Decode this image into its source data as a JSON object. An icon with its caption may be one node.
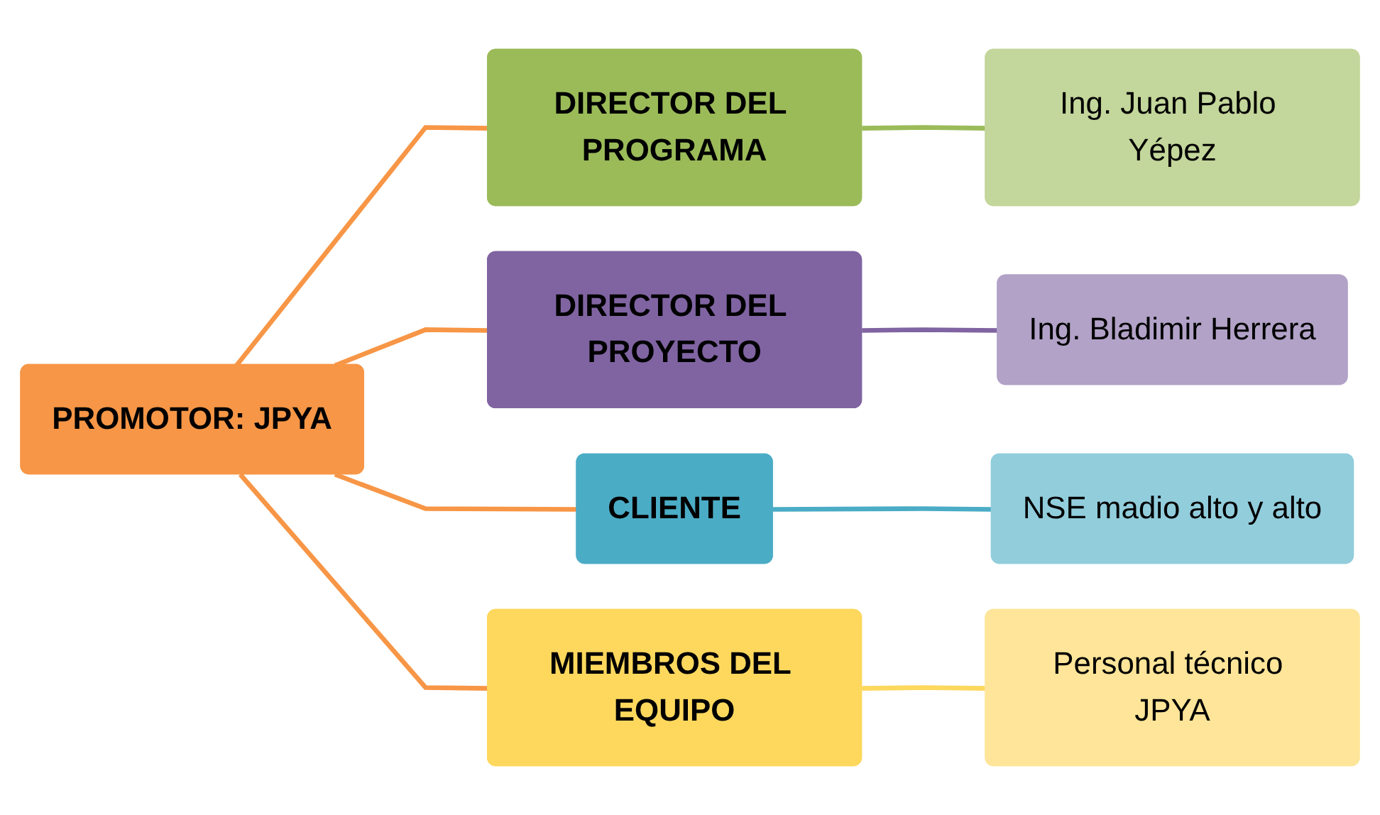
{
  "diagram": {
    "nodes": [
      {
        "text": [
          "PROMOTOR: JPYA"
        ]
      },
      {
        "text": [
          "DIRECTOR DEL PROGRAMA"
        ]
      },
      {
        "text": [
          "Ing. Juan Pablo Yépez"
        ]
      },
      {
        "text": [
          "DIRECTOR DEL PROYECTO"
        ]
      },
      {
        "text": [
          "Ing. Bladimir Herrera"
        ]
      },
      {
        "text": [
          "CLIENTE"
        ]
      },
      {
        "text": [
          "NSE madio alto y alto"
        ]
      },
      {
        "text": [
          "MIEMBROS DEL EQUIPO"
        ]
      },
      {
        "text": [
          "Personal técnico JPYA"
        ]
      }
    ],
    "edges": [
      {
        "from": 0,
        "to": 1,
        "arrow": "none"
      },
      {
        "from": 1,
        "to": 2,
        "arrow": "none",
        "color": "#9bbb59"
      },
      {
        "from": 0,
        "to": 3,
        "arrow": "none"
      },
      {
        "from": 3,
        "to": 4,
        "arrow": "none",
        "color": "#8064a2"
      },
      {
        "from": 0,
        "to": 5,
        "arrow": "none"
      },
      {
        "from": 5,
        "to": 6,
        "arrow": "none",
        "color": "#4bacc6"
      },
      {
        "from": 0,
        "to": 7,
        "arrow": "none"
      },
      {
        "from": 7,
        "to": 8,
        "arrow": "none",
        "color": "#fdd85d"
      }
    ]
  }
}
